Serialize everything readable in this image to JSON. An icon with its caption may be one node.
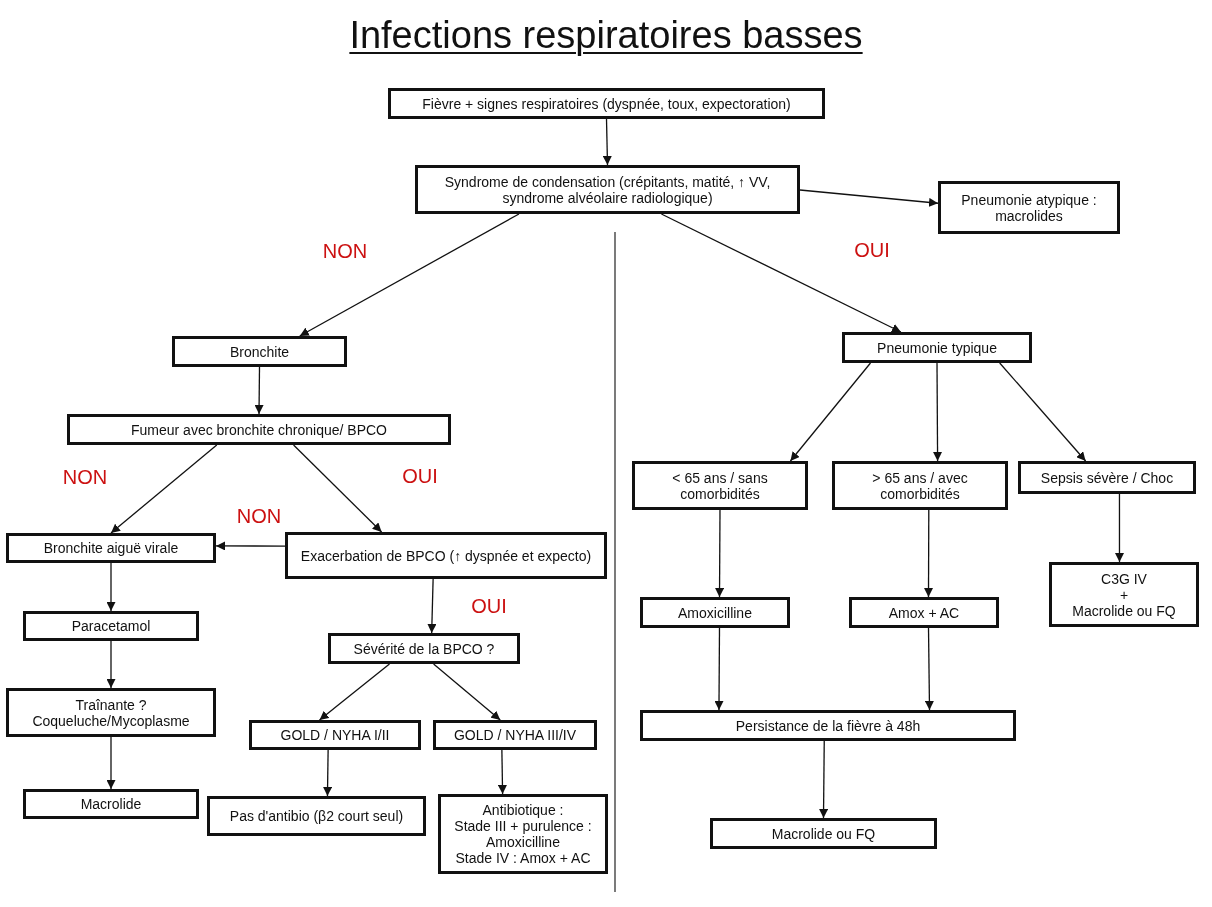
{
  "diagram": {
    "title": "Infections respiratoires basses",
    "nodes": [
      {
        "text": [
          "Fièvre + signes respiratoires (dyspnée, toux, expectoration)"
        ]
      },
      {
        "text": [
          "Syndrome de condensation (crépitants, matité, ↑ VV, syndrome alvéolaire radiologique)"
        ]
      },
      {
        "text": [
          "Pneumonie atypique : macrolides"
        ]
      },
      {
        "text": [
          "Bronchite"
        ]
      },
      {
        "text": [
          "Fumeur avec bronchite chronique/ BPCO"
        ]
      },
      {
        "text": [
          "Bronchite aiguë virale"
        ]
      },
      {
        "text": [
          "Exacerbation de BPCO (↑ dyspnée et expecto)"
        ]
      },
      {
        "text": [
          "Paracetamol"
        ]
      },
      {
        "text": [
          "Sévérité de la BPCO ?"
        ]
      },
      {
        "text": [
          "Traînante ?",
          "Coqueluche/Mycoplasme"
        ]
      },
      {
        "text": [
          "GOLD / NYHA I/II"
        ]
      },
      {
        "text": [
          "GOLD / NYHA III/IV"
        ]
      },
      {
        "text": [
          "Macrolide"
        ]
      },
      {
        "text": [
          "Pas d'antibio (β2 court seul)"
        ]
      },
      {
        "text": [
          "Antibiotique :",
          "Stade III + purulence : Amoxicilline",
          "Stade IV : Amox + AC"
        ]
      },
      {
        "text": [
          "Pneumonie typique"
        ]
      },
      {
        "text": [
          "< 65 ans /  sans comorbidités"
        ]
      },
      {
        "text": [
          "> 65 ans / avec comorbidités"
        ]
      },
      {
        "text": [
          "Sepsis sévère / Choc"
        ]
      },
      {
        "text": [
          "Amoxicilline"
        ]
      },
      {
        "text": [
          "Amox + AC"
        ]
      },
      {
        "text": [
          "C3G  IV",
          "+",
          "Macrolide ou FQ"
        ]
      },
      {
        "text": [
          "Persistance de la fièvre à 48h"
        ]
      },
      {
        "text": [
          "Macrolide ou FQ"
        ]
      }
    ],
    "edges": [
      {
        "from": 0,
        "to": 1,
        "arrow": "to"
      },
      {
        "from": 1,
        "to": 2,
        "arrow": "to"
      },
      {
        "from": 1,
        "to": 3,
        "arrow": "to",
        "label": "NON"
      },
      {
        "from": 1,
        "to": 15,
        "arrow": "to",
        "label": "OUI"
      },
      {
        "from": 3,
        "to": 4,
        "arrow": "to"
      },
      {
        "from": 4,
        "to": 5,
        "arrow": "to",
        "label": "NON"
      },
      {
        "from": 4,
        "to": 6,
        "arrow": "to",
        "label": "OUI"
      },
      {
        "from": 6,
        "to": 5,
        "arrow": "to",
        "label": "NON"
      },
      {
        "from": 6,
        "to": 8,
        "arrow": "to",
        "label": "OUI"
      },
      {
        "from": 5,
        "to": 7,
        "arrow": "to"
      },
      {
        "from": 7,
        "to": 9,
        "arrow": "to"
      },
      {
        "from": 9,
        "to": 12,
        "arrow": "to"
      },
      {
        "from": 8,
        "to": 10,
        "arrow": "to"
      },
      {
        "from": 8,
        "to": 11,
        "arrow": "to"
      },
      {
        "from": 10,
        "to": 13,
        "arrow": "to"
      },
      {
        "from": 11,
        "to": 14,
        "arrow": "to"
      },
      {
        "from": 15,
        "to": 16,
        "arrow": "to"
      },
      {
        "from": 15,
        "to": 17,
        "arrow": "to"
      },
      {
        "from": 15,
        "to": 18,
        "arrow": "to"
      },
      {
        "from": 16,
        "to": 19,
        "arrow": "to"
      },
      {
        "from": 17,
        "to": 20,
        "arrow": "to"
      },
      {
        "from": 18,
        "to": 21,
        "arrow": "to"
      },
      {
        "from": 19,
        "to": 22,
        "arrow": "to"
      },
      {
        "from": 20,
        "to": 22,
        "arrow": "to"
      },
      {
        "from": 22,
        "to": 23,
        "arrow": "to"
      }
    ]
  }
}
